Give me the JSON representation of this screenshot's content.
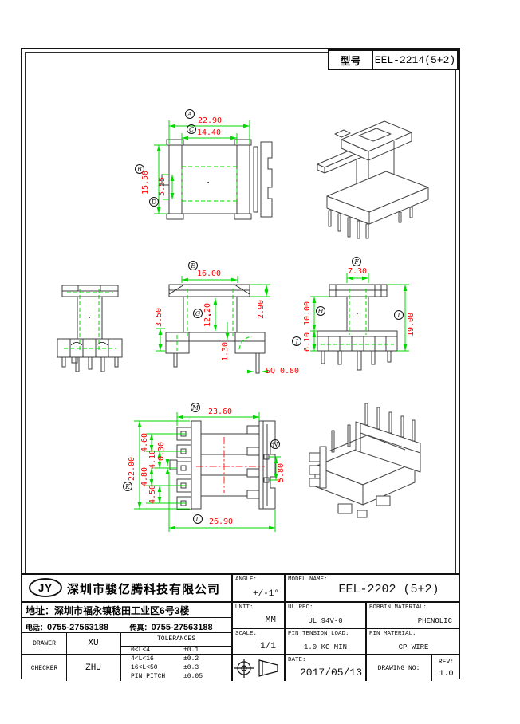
{
  "model_box": {
    "label": "型号",
    "value": "EEL-2214(5+2)"
  },
  "balloons": {
    "a": "A",
    "b": "B",
    "c": "C",
    "d": "D",
    "e": "E",
    "f": "F",
    "g": "G",
    "h": "H",
    "i": "I",
    "j": "J",
    "k": "K",
    "l": "L",
    "m": "M",
    "n": "N"
  },
  "dims": {
    "d2290": "22.90",
    "d1440": "14.40",
    "d1550": "15.50",
    "d555": "5.55",
    "d1600": "16.00",
    "d1220": "12.20",
    "d290": "2.90",
    "d350": "3.50",
    "d130": "1.30",
    "dsq": "SQ 0.80",
    "d730": "7.30",
    "d1000": "10.00",
    "d610": "6.10",
    "d1900": "19.00",
    "d2360": "23.60",
    "d2690": "26.90",
    "d2200": "22.00",
    "d580": "5.80",
    "d460": "4.60",
    "d410": "4.10",
    "d030": "0.30",
    "d480": "4.80",
    "d450": "4.50"
  },
  "company": {
    "logo": "JY",
    "name": "深圳市骏亿腾科技有限公司",
    "address_label": "地址：",
    "address": "深圳市福永镇稔田工业区6号3楼",
    "phone_label": "电话：",
    "phone": "0755-27563188",
    "fax_label": "传真：",
    "fax": "0755-27563188"
  },
  "titleblock": {
    "drawer_label": "DRAWER",
    "drawer": "XU",
    "checker_label": "CHECKER",
    "checker": "ZHU",
    "tolerances_title": "TOLERANCES",
    "tolerances": [
      {
        "range": "0<L<4",
        "tol": "±0.1"
      },
      {
        "range": "4<L<16",
        "tol": "±0.2"
      },
      {
        "range": "16<L<50",
        "tol": "±0.3"
      },
      {
        "range": "PIN PITCH",
        "tol": "±0.05"
      }
    ],
    "angle_label": "ANGLE:",
    "angle": "+/-1°",
    "unit_label": "UNIT:",
    "unit": "MM",
    "scale_label": "SCALE:",
    "scale": "1/1",
    "model_name_label": "MODEL NAME:",
    "model_name": "EEL-2202 (5+2)",
    "ul_label": "UL REC:",
    "ul": "UL 94V-0",
    "pin_tension_label": "PIN TENSION LOAD:",
    "pin_tension": "1.0 KG MIN",
    "bobbin_material_label": "BOBBIN MATERIAL:",
    "bobbin_material": "PHENOLIC",
    "pin_material_label": "PIN MATERIAL:",
    "pin_material": "CP WIRE",
    "date_label": "DATE:",
    "date": "2017/05/13",
    "drawing_no_label": "DRAWING NO:",
    "rev_label": "REV:",
    "rev": "1.0"
  },
  "colors": {
    "dim_line": "#00d800",
    "dim_text": "#ff0000",
    "part_line": "#3c3c3c",
    "centerline": "#ff2222"
  }
}
